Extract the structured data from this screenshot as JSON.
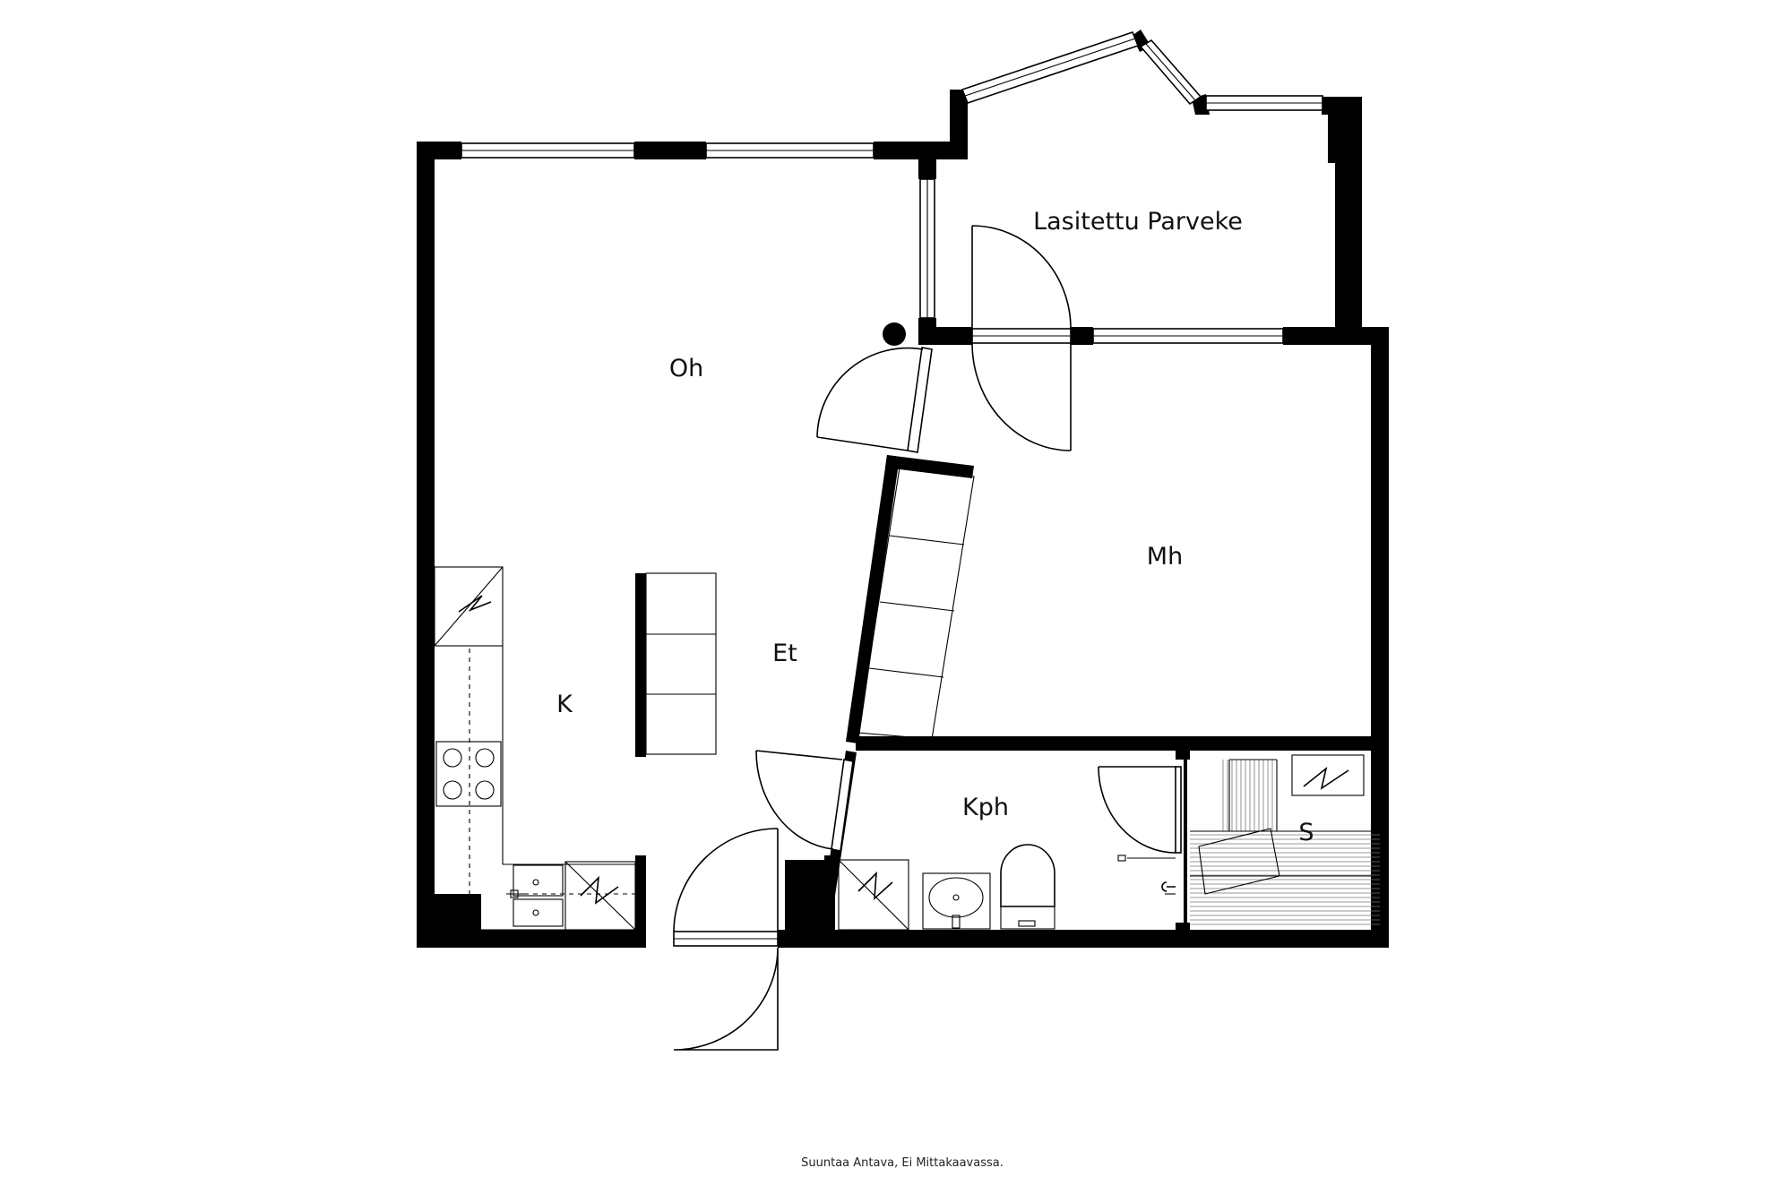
{
  "rooms": {
    "living_room": "Oh",
    "balcony": "Lasitettu Parveke",
    "bedroom": "Mh",
    "hall": "Et",
    "kitchen": "K",
    "bathroom": "Kph",
    "sauna": "S"
  },
  "footer": {
    "note": "Suuntaa Antava, Ei Mittakaavassa."
  }
}
